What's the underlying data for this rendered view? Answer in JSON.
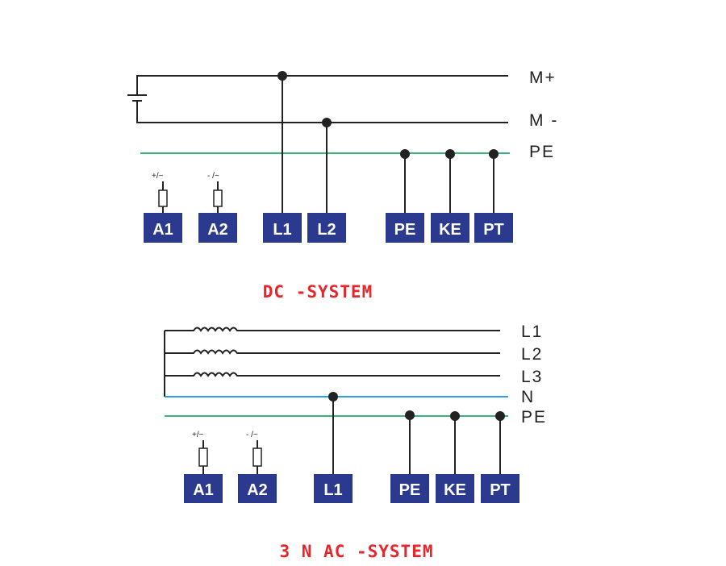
{
  "dc_system": {
    "title": "DC -SYSTEM",
    "buses": [
      {
        "label": "M+",
        "color": "#222222"
      },
      {
        "label": "M -",
        "color": "#222222"
      },
      {
        "label": "PE",
        "color": "#3bb37a"
      }
    ],
    "probe_signs": [
      "+/~",
      "- /~"
    ],
    "terminals": [
      "A1",
      "A2",
      "L1",
      "L2",
      "PE",
      "KE",
      "PT"
    ]
  },
  "ac_system": {
    "title": "3 N AC -SYSTEM",
    "buses": [
      {
        "label": "L1",
        "color": "#222222"
      },
      {
        "label": "L2",
        "color": "#222222"
      },
      {
        "label": "L3",
        "color": "#222222"
      },
      {
        "label": "N",
        "color": "#2aa0e0"
      },
      {
        "label": "PE",
        "color": "#3bb37a"
      }
    ],
    "probe_signs": [
      "+/~",
      "- /~"
    ],
    "terminals": [
      "A1",
      "A2",
      "L1",
      "PE",
      "KE",
      "PT"
    ]
  },
  "colors": {
    "terminal_fill": "#2b3a8f",
    "title_red": "#e8252b",
    "pe_green": "#3bb37a",
    "neutral_blue": "#2aa0e0"
  }
}
